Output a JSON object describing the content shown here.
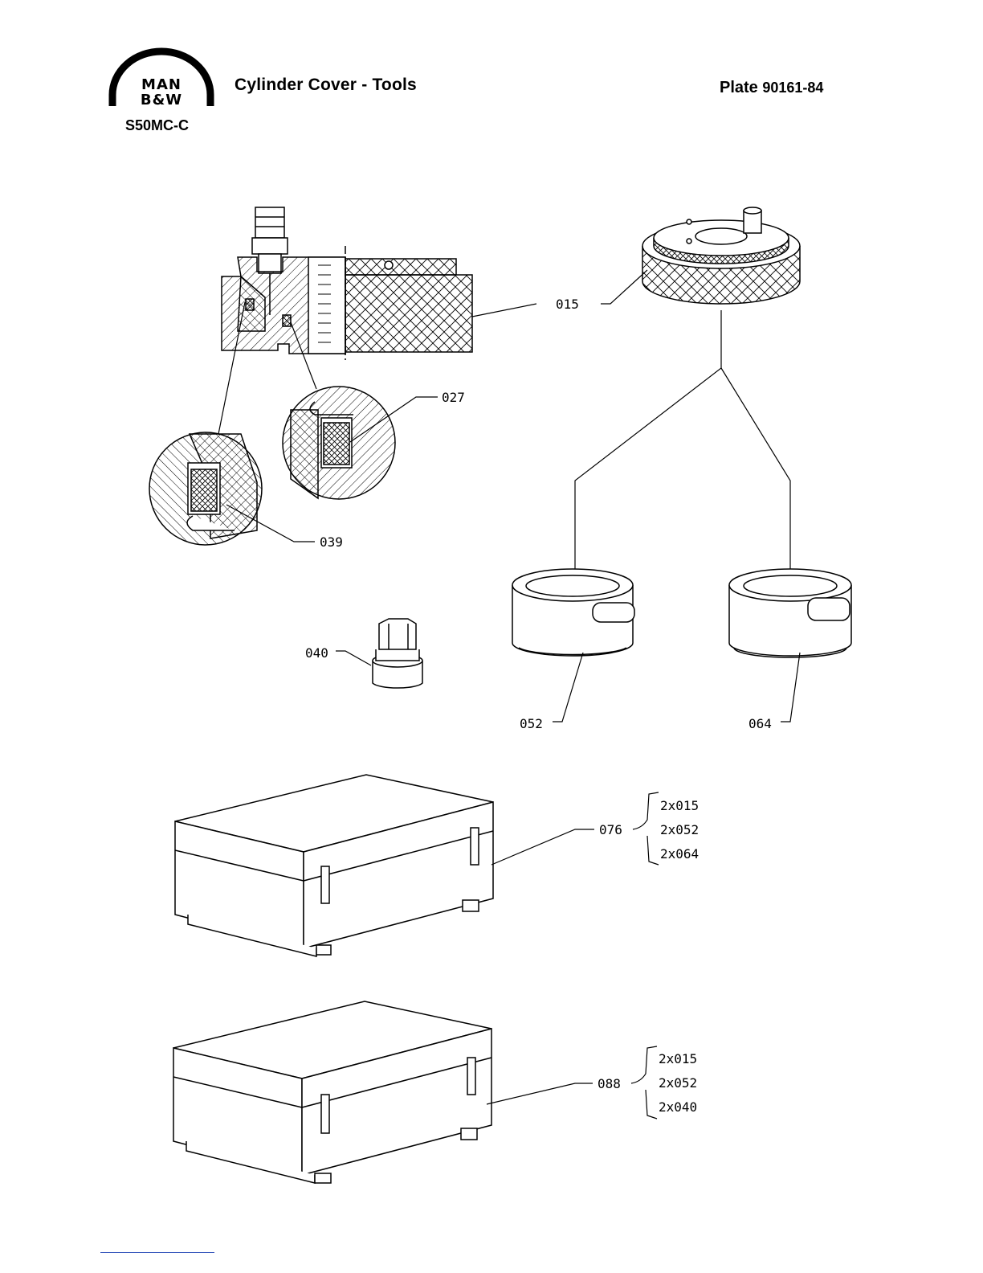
{
  "header": {
    "logo_line1": "MAN",
    "logo_line2": "B&W",
    "title": "Cylinder Cover - Tools",
    "model": "S50MC-C",
    "plate_label": "Plate",
    "plate_number": "90161-84"
  },
  "parts": {
    "p015": "015",
    "p027": "027",
    "p039": "039",
    "p040": "040",
    "p052": "052",
    "p064": "064",
    "p076": "076",
    "p088": "088"
  },
  "box_076_contents": [
    "2x015",
    "2x052",
    "2x064"
  ],
  "box_088_contents": [
    "2x015",
    "2x052",
    "2x040"
  ],
  "colors": {
    "ink": "#000000",
    "footer_rule": "#3b5bbd"
  }
}
